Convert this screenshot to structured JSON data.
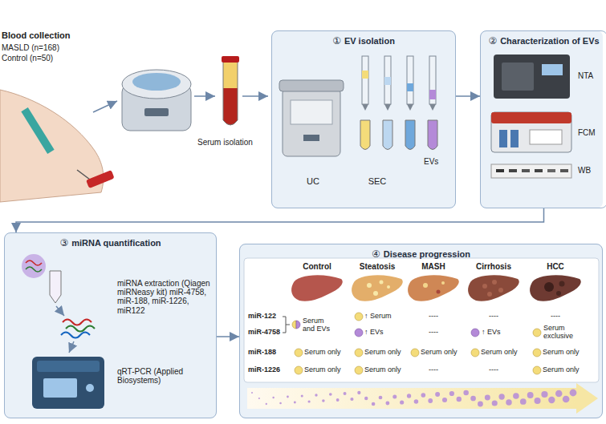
{
  "diagram": {
    "nodes": [
      {
        "text": [
          "①",
          "EV isolation"
        ]
      },
      {
        "text": [
          "②",
          "Characterization of EVs"
        ]
      },
      {
        "text": [
          "③",
          "miRNA quantification"
        ]
      },
      {
        "text": [
          "④",
          "Disease progression"
        ]
      }
    ],
    "edges": [
      {
        "from": 0,
        "to": 1,
        "arrow": "to"
      },
      {
        "from": 1,
        "to": 2,
        "arrow": "to"
      },
      {
        "from": 2,
        "to": 3,
        "arrow": "to"
      }
    ],
    "labels": [
      "Blood collection",
      "MASLD (n=168)",
      "Control (n=50)",
      "Serum isolation",
      "UC",
      "SEC",
      "EVs",
      "NTA",
      "FCM",
      "WB",
      "miRNA extraction (Qiagen miRNeasy kit) miR-4758, miR-188, miR-1226, miR122",
      "qRT-PCR (Applied Biosystems)",
      "Control",
      "Steatosis",
      "MASH",
      "Cirrhosis",
      "HCC",
      "miR-122",
      "miR-4758",
      "miR-188",
      "miR-1226",
      "Serum and EVs",
      "↑ Serum",
      "----",
      "----",
      "----",
      "↑ EVs",
      "----",
      "↑ EVs",
      "Serum exclusive",
      "Serum only",
      "Serum only",
      "Serum only",
      "Serum only",
      "Serum only",
      "Serum only",
      "Serum only",
      "----",
      "----",
      "Serum only"
    ]
  }
}
